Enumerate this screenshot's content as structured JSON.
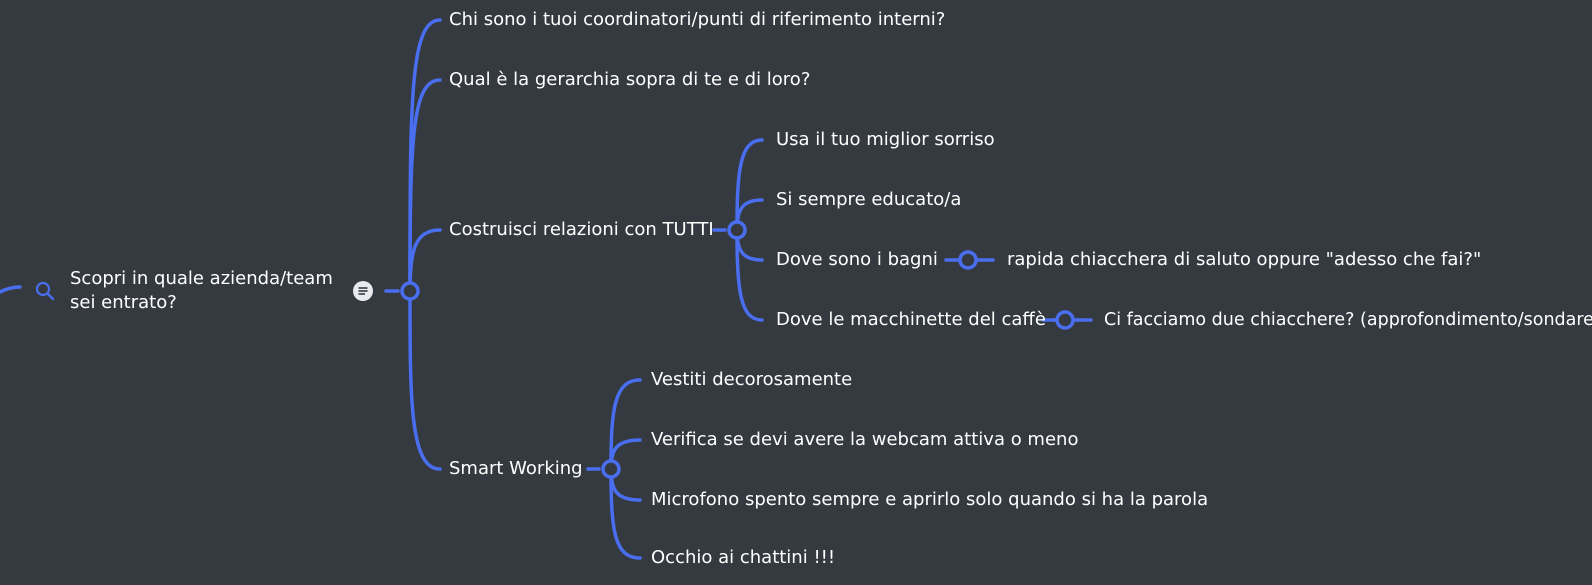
{
  "colors": {
    "background": "#343a40",
    "connector": "#4a6ef0",
    "text": "#ffffff",
    "note_icon_bg": "#e8eaed"
  },
  "mindmap": {
    "root": {
      "label": "Scopri in quale azienda/team sei entrato?",
      "icon": "search-icon",
      "note_icon": "note-icon"
    },
    "branches": [
      {
        "label": "Chi sono i tuoi coordinatori/punti di riferimento interni?"
      },
      {
        "label": "Qual è la gerarchia sopra di te e di loro?"
      },
      {
        "label": "Costruisci relazioni con TUTTI",
        "children": [
          {
            "label": "Usa il tuo miglior sorriso"
          },
          {
            "label": "Si sempre educato/a"
          },
          {
            "label": "Dove sono i bagni",
            "child": "rapida chiacchera di saluto oppure \"adesso che fai?\""
          },
          {
            "label": "Dove le macchinette del caffè",
            "child": "Ci facciamo due chiacchere? (approfondimento/sondare)"
          }
        ]
      },
      {
        "label": "Smart Working",
        "children": [
          {
            "label": "Vestiti decorosamente"
          },
          {
            "label": "Verifica se devi avere la webcam attiva o meno"
          },
          {
            "label": "Microfono spento sempre e aprirlo solo quando si ha la parola"
          },
          {
            "label": "Occhio ai chattini !!!"
          }
        ]
      }
    ]
  }
}
